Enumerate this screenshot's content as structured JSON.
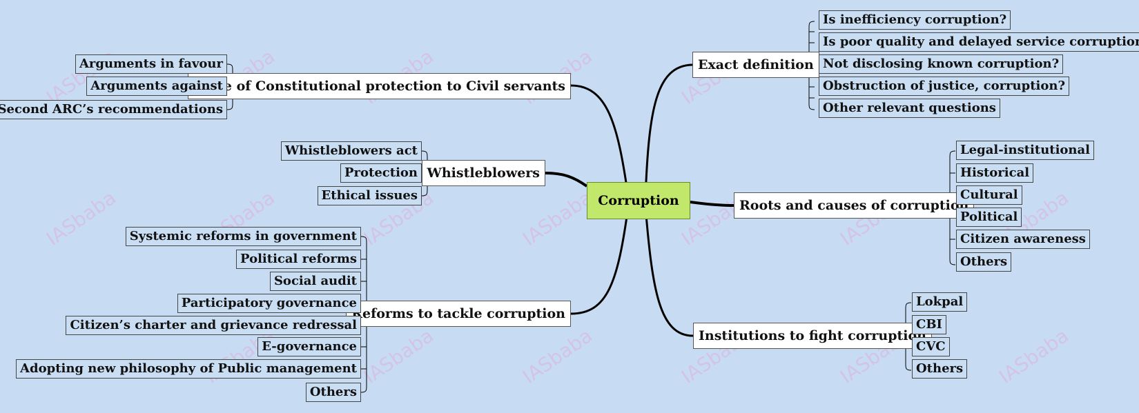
{
  "root": "Corruption",
  "watermark": "IASbaba",
  "exact_definition": {
    "title": "Exact definition",
    "items": [
      "Is inefficiency corruption?",
      "Is poor quality and delayed service corruption?",
      "Not disclosing known corruption?",
      "Obstruction of justice, corruption?",
      "Other relevant questions"
    ]
  },
  "roots": {
    "title": "Roots and causes of corruption",
    "items": [
      "Legal-institutional",
      "Historical",
      "Cultural",
      "Political",
      "Citizen awareness",
      "Others"
    ]
  },
  "institutions": {
    "title": "Institutions to fight corruption",
    "items": [
      "Lokpal",
      "CBI",
      "CVC",
      "Others"
    ]
  },
  "constitutional": {
    "title": "Issue of Constitutional protection to Civil servants",
    "items": [
      "Arguments in favour",
      "Arguments against",
      "Second ARC’s recommendations"
    ]
  },
  "whistleblowers": {
    "title": "Whistleblowers",
    "items": [
      "Whistleblowers act",
      "Protection",
      "Ethical issues"
    ]
  },
  "reforms": {
    "title": "Reforms to tackle corruption",
    "items": [
      "Systemic reforms in government",
      "Political reforms",
      "Social audit",
      "Participatory governance",
      "Citizen’s charter and grievance redressal",
      "E-governance",
      "Adopting new philosophy of Public management",
      "Others"
    ]
  }
}
